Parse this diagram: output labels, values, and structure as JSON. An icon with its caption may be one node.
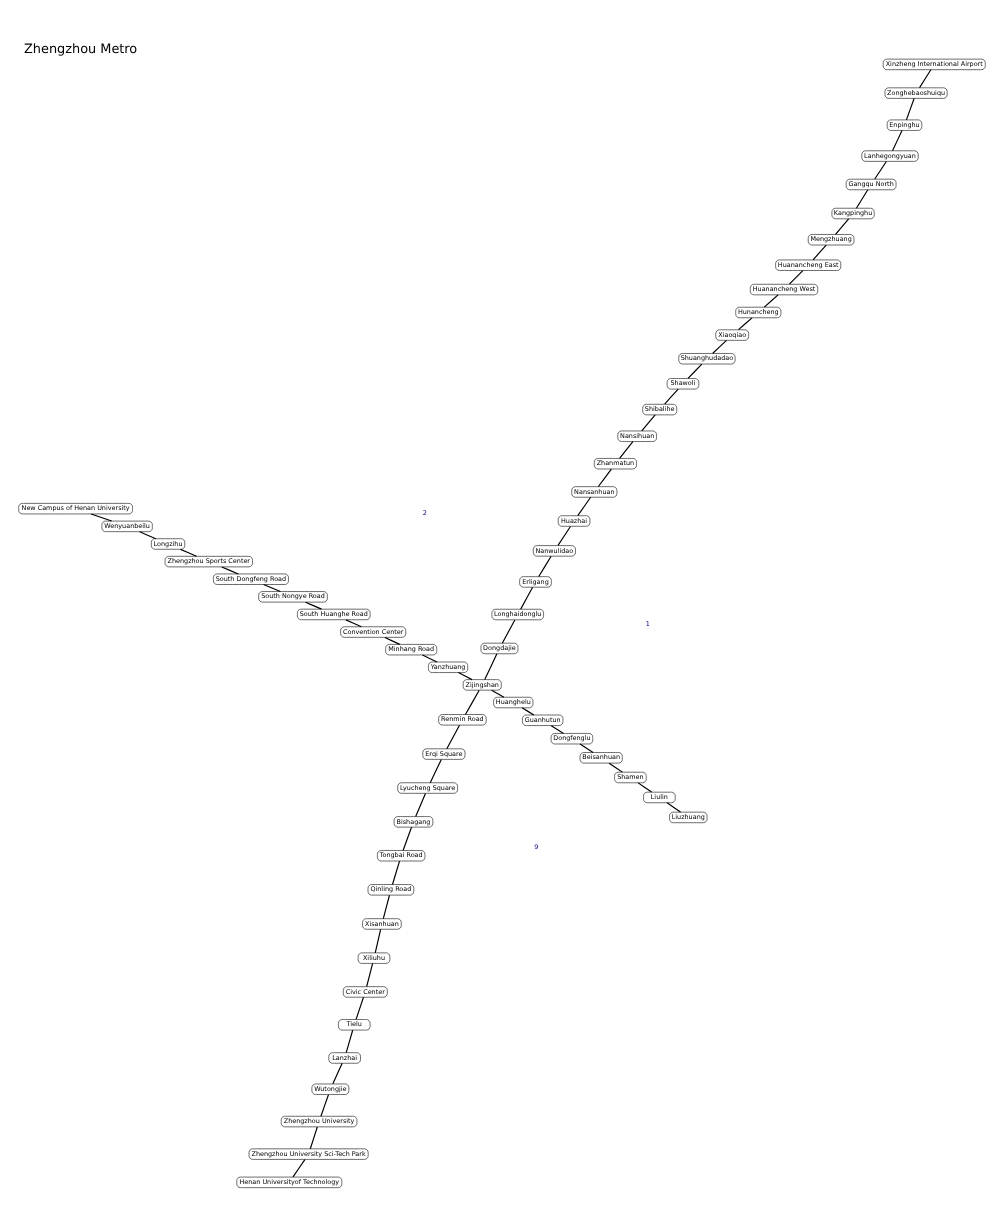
{
  "diagram": {
    "title": "Zhengzhou Metro",
    "nodes": [
      {
        "text": [
          "Henan Universityof Technology"
        ]
      },
      {
        "text": [
          "Zhengzhou University Sci-Tech Park"
        ]
      },
      {
        "text": [
          "Zhengzhou University"
        ]
      },
      {
        "text": [
          "Wutongjie"
        ]
      },
      {
        "text": [
          "Lanzhai"
        ]
      },
      {
        "text": [
          "Tielu"
        ]
      },
      {
        "text": [
          "Civic Center"
        ]
      },
      {
        "text": [
          "Xiliuhu"
        ]
      },
      {
        "text": [
          "Xisanhuan"
        ]
      },
      {
        "text": [
          "Qinling Road"
        ]
      },
      {
        "text": [
          "Tongbai Road"
        ]
      },
      {
        "text": [
          "Bishagang"
        ]
      },
      {
        "text": [
          "Lyucheng Square"
        ]
      },
      {
        "text": [
          "Erqi Square"
        ]
      },
      {
        "text": [
          "Renmin Road"
        ]
      },
      {
        "text": [
          "Zijingshan"
        ]
      },
      {
        "text": [
          "Yanzhuang"
        ]
      },
      {
        "text": [
          "Minhang Road"
        ]
      },
      {
        "text": [
          "Convention Center"
        ]
      },
      {
        "text": [
          "South Huanghe Road"
        ]
      },
      {
        "text": [
          "South Nongye Road"
        ]
      },
      {
        "text": [
          "South Dongfeng Road"
        ]
      },
      {
        "text": [
          "Zhengzhou Sports Center"
        ]
      },
      {
        "text": [
          "Longzihu"
        ]
      },
      {
        "text": [
          "Wenyuanbeilu"
        ]
      },
      {
        "text": [
          "New Campus of Henan University"
        ]
      },
      {
        "text": [
          "Liuzhuang"
        ]
      },
      {
        "text": [
          "Liulin"
        ]
      },
      {
        "text": [
          "Shamen"
        ]
      },
      {
        "text": [
          "Beisanhuan"
        ]
      },
      {
        "text": [
          "Dongfenglu"
        ]
      },
      {
        "text": [
          "Guanhutun"
        ]
      },
      {
        "text": [
          "Huanghelu"
        ]
      },
      {
        "text": [
          "Dongdajie"
        ]
      },
      {
        "text": [
          "Longhaidonglu"
        ]
      },
      {
        "text": [
          "Erligang"
        ]
      },
      {
        "text": [
          "Nanwulidao"
        ]
      },
      {
        "text": [
          "Huazhai"
        ]
      },
      {
        "text": [
          "Nansanhuan"
        ]
      },
      {
        "text": [
          "Zhanmatun"
        ]
      },
      {
        "text": [
          "Nansihuan"
        ]
      },
      {
        "text": [
          "Shibalihe"
        ]
      },
      {
        "text": [
          "Shawoli"
        ]
      },
      {
        "text": [
          "Shuanghudadao"
        ]
      },
      {
        "text": [
          "Xiaoqiao"
        ]
      },
      {
        "text": [
          "Hunancheng"
        ]
      },
      {
        "text": [
          "Huanancheng West"
        ]
      },
      {
        "text": [
          "Huanancheng East"
        ]
      },
      {
        "text": [
          "Mengzhuang"
        ]
      },
      {
        "text": [
          "Kangpinghu"
        ]
      },
      {
        "text": [
          "Gangqu North"
        ]
      },
      {
        "text": [
          "Lanhegongyuan"
        ]
      },
      {
        "text": [
          "Enpinghu"
        ]
      },
      {
        "text": [
          "Zonghebaoshuiqu"
        ]
      },
      {
        "text": [
          "Xinzheng International Airport"
        ]
      }
    ],
    "edges": [
      {
        "from": 0,
        "to": 1,
        "arrow": "none"
      },
      {
        "from": 1,
        "to": 2,
        "arrow": "none"
      },
      {
        "from": 2,
        "to": 3,
        "arrow": "none"
      },
      {
        "from": 3,
        "to": 4,
        "arrow": "none"
      },
      {
        "from": 4,
        "to": 5,
        "arrow": "none"
      },
      {
        "from": 5,
        "to": 6,
        "arrow": "none"
      },
      {
        "from": 6,
        "to": 7,
        "arrow": "none"
      },
      {
        "from": 7,
        "to": 8,
        "arrow": "none"
      },
      {
        "from": 8,
        "to": 9,
        "arrow": "none"
      },
      {
        "from": 9,
        "to": 10,
        "arrow": "none"
      },
      {
        "from": 10,
        "to": 11,
        "arrow": "none"
      },
      {
        "from": 11,
        "to": 12,
        "arrow": "none"
      },
      {
        "from": 12,
        "to": 13,
        "arrow": "none"
      },
      {
        "from": 13,
        "to": 14,
        "arrow": "none"
      },
      {
        "from": 14,
        "to": 15,
        "arrow": "none"
      },
      {
        "from": 15,
        "to": 16,
        "arrow": "none"
      },
      {
        "from": 16,
        "to": 17,
        "arrow": "none"
      },
      {
        "from": 17,
        "to": 18,
        "arrow": "none"
      },
      {
        "from": 18,
        "to": 19,
        "arrow": "none"
      },
      {
        "from": 19,
        "to": 20,
        "arrow": "none"
      },
      {
        "from": 20,
        "to": 21,
        "arrow": "none"
      },
      {
        "from": 21,
        "to": 22,
        "arrow": "none"
      },
      {
        "from": 22,
        "to": 23,
        "arrow": "none"
      },
      {
        "from": 23,
        "to": 24,
        "arrow": "none"
      },
      {
        "from": 24,
        "to": 25,
        "arrow": "none"
      },
      {
        "from": 26,
        "to": 27,
        "arrow": "none"
      },
      {
        "from": 27,
        "to": 28,
        "arrow": "none"
      },
      {
        "from": 28,
        "to": 29,
        "arrow": "none"
      },
      {
        "from": 29,
        "to": 30,
        "arrow": "none"
      },
      {
        "from": 30,
        "to": 31,
        "arrow": "none"
      },
      {
        "from": 31,
        "to": 32,
        "arrow": "none"
      },
      {
        "from": 32,
        "to": 15,
        "arrow": "none"
      },
      {
        "from": 15,
        "to": 33,
        "arrow": "none"
      },
      {
        "from": 33,
        "to": 34,
        "arrow": "none"
      },
      {
        "from": 34,
        "to": 35,
        "arrow": "none"
      },
      {
        "from": 35,
        "to": 36,
        "arrow": "none"
      },
      {
        "from": 36,
        "to": 37,
        "arrow": "none"
      },
      {
        "from": 37,
        "to": 38,
        "arrow": "none"
      },
      {
        "from": 38,
        "to": 39,
        "arrow": "none"
      },
      {
        "from": 39,
        "to": 40,
        "arrow": "none"
      },
      {
        "from": 40,
        "to": 41,
        "arrow": "none"
      },
      {
        "from": 41,
        "to": 42,
        "arrow": "none"
      },
      {
        "from": 42,
        "to": 43,
        "arrow": "none"
      },
      {
        "from": 43,
        "to": 44,
        "arrow": "none"
      },
      {
        "from": 44,
        "to": 45,
        "arrow": "none"
      },
      {
        "from": 45,
        "to": 46,
        "arrow": "none"
      },
      {
        "from": 46,
        "to": 47,
        "arrow": "none"
      },
      {
        "from": 47,
        "to": 48,
        "arrow": "none"
      },
      {
        "from": 48,
        "to": 49,
        "arrow": "none"
      },
      {
        "from": 49,
        "to": 50,
        "arrow": "none"
      },
      {
        "from": 50,
        "to": 51,
        "arrow": "none"
      },
      {
        "from": 51,
        "to": 52,
        "arrow": "none"
      },
      {
        "from": 52,
        "to": 53,
        "arrow": "none"
      },
      {
        "from": 53,
        "to": 54,
        "arrow": "none"
      }
    ],
    "labels": [
      "1",
      "2",
      "9"
    ]
  }
}
